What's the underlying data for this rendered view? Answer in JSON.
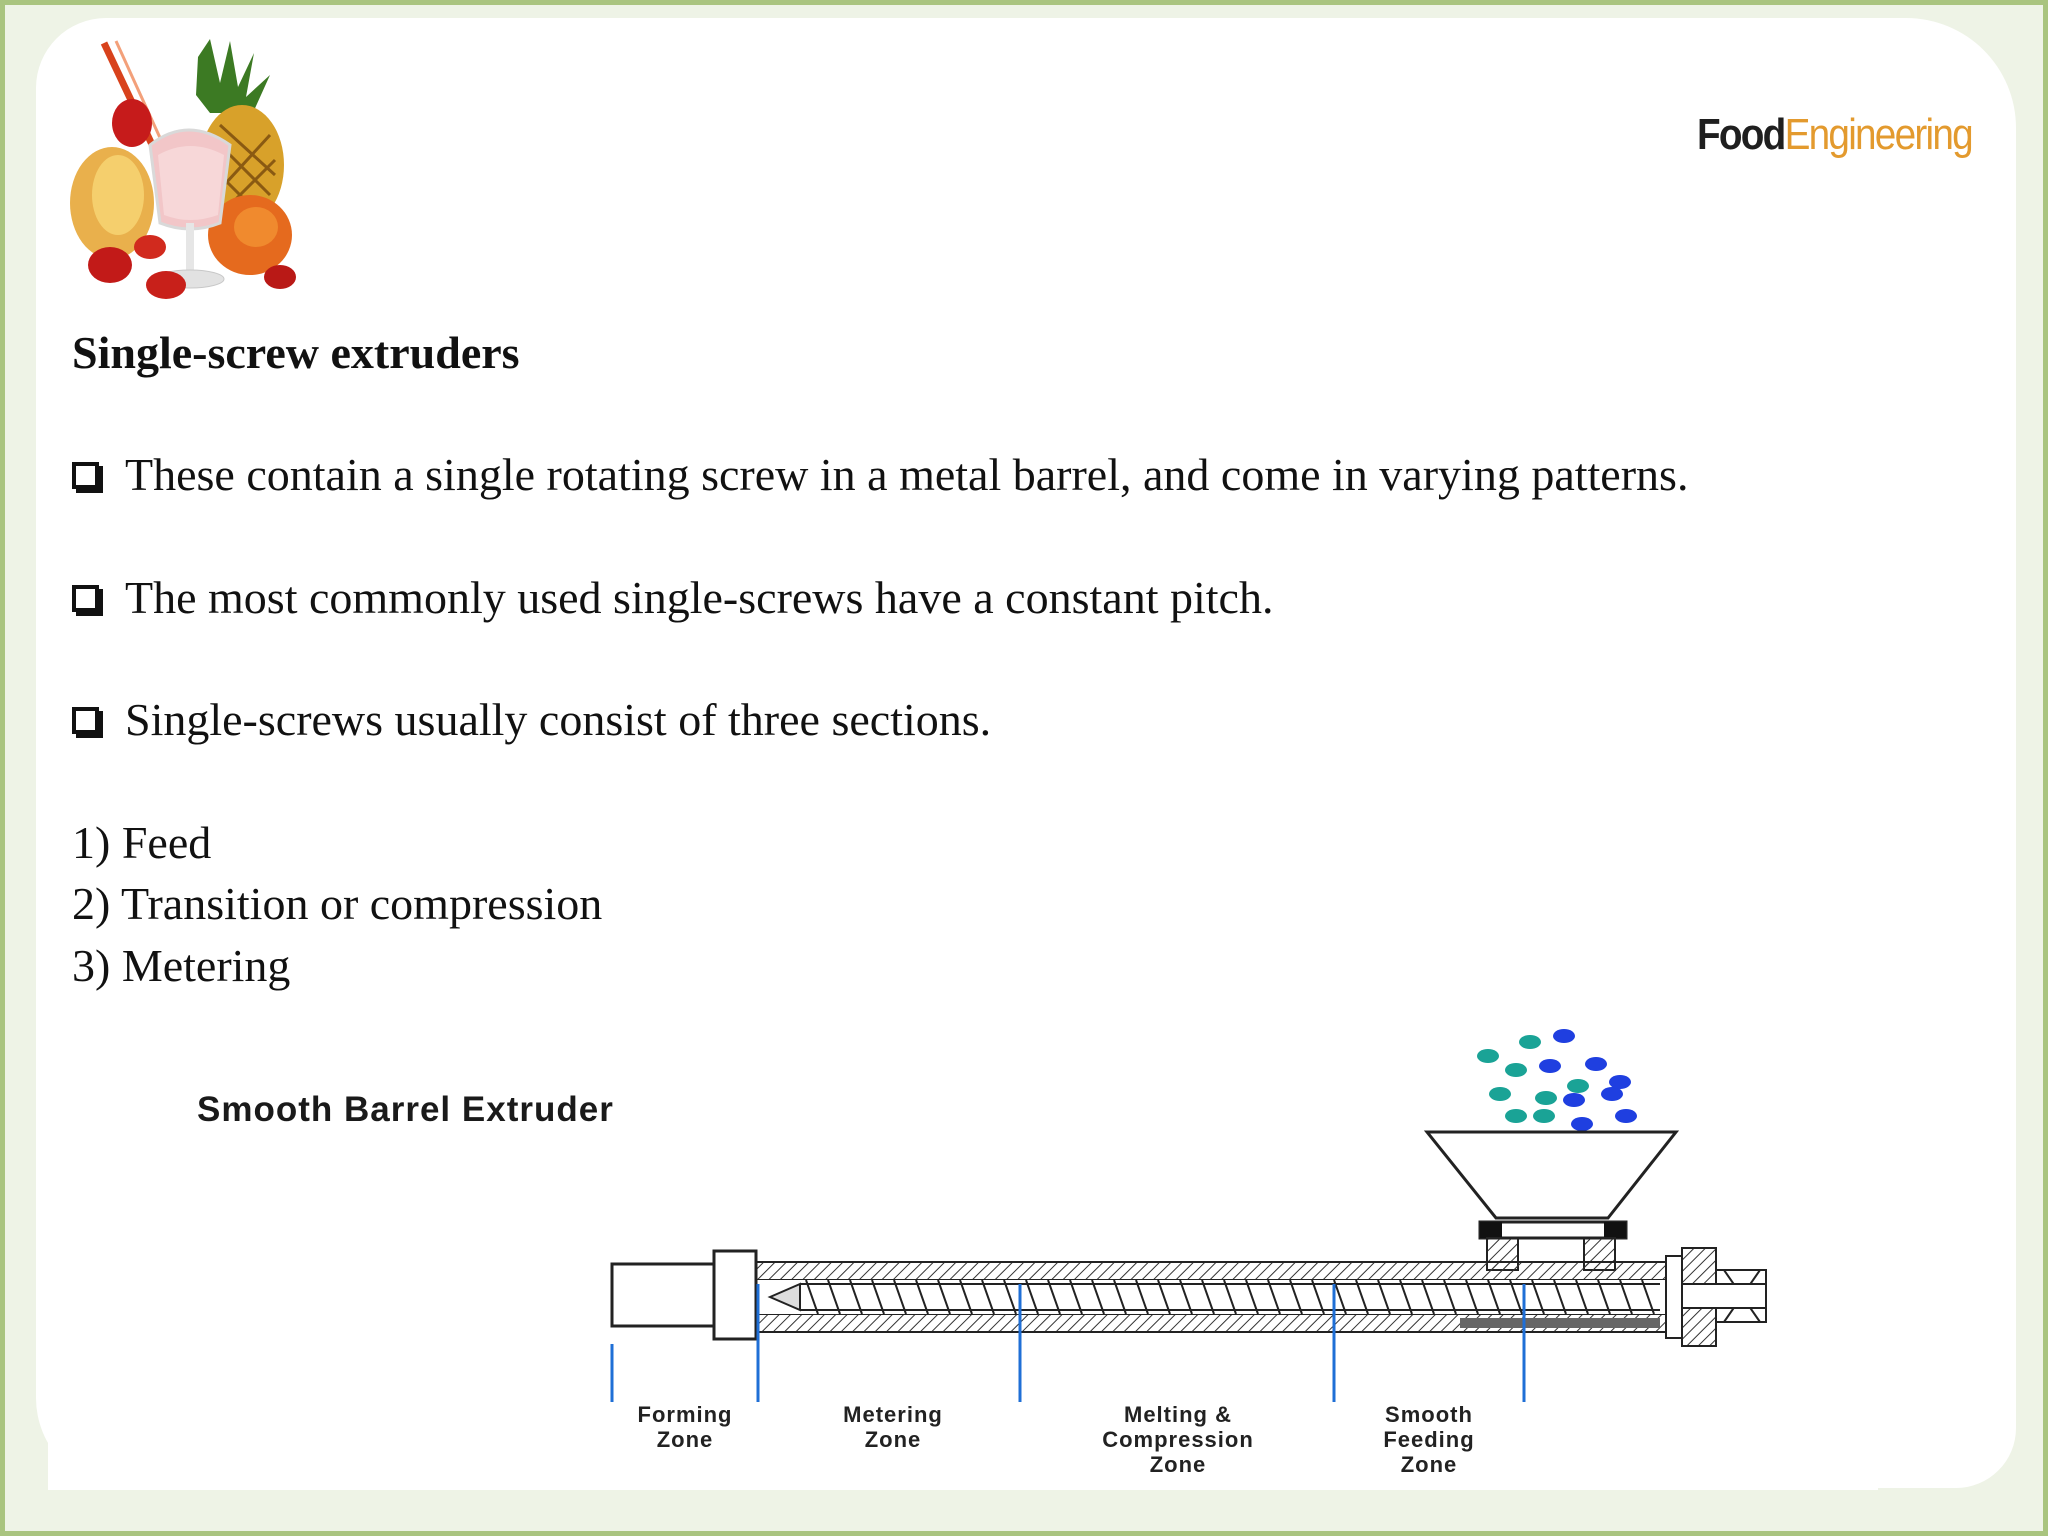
{
  "logo": {
    "part1": "Food",
    "part2": "Engineering"
  },
  "title": "Single-screw extruders",
  "bullets": [
    "These contain a single rotating screw in a metal barrel, and come in varying patterns.",
    "The most commonly used single-screws have a constant pitch.",
    "Single-screws usually consist of three sections."
  ],
  "sections": [
    "1) Feed",
    "2) Transition or compression",
    "3) Metering"
  ],
  "diagram": {
    "title": "Smooth Barrel Extruder",
    "zones": [
      {
        "line1": "Forming",
        "line2": "Zone",
        "line3": ""
      },
      {
        "line1": "Metering",
        "line2": "Zone",
        "line3": ""
      },
      {
        "line1": "Melting &",
        "line2": "Compression",
        "line3": "Zone"
      },
      {
        "line1": "Smooth",
        "line2": "Feeding",
        "line3": "Zone"
      }
    ],
    "colors": {
      "zone_line": "#1f6fd6",
      "pellet_teal": "#1aa396",
      "pellet_blue": "#1f3fe0"
    }
  }
}
